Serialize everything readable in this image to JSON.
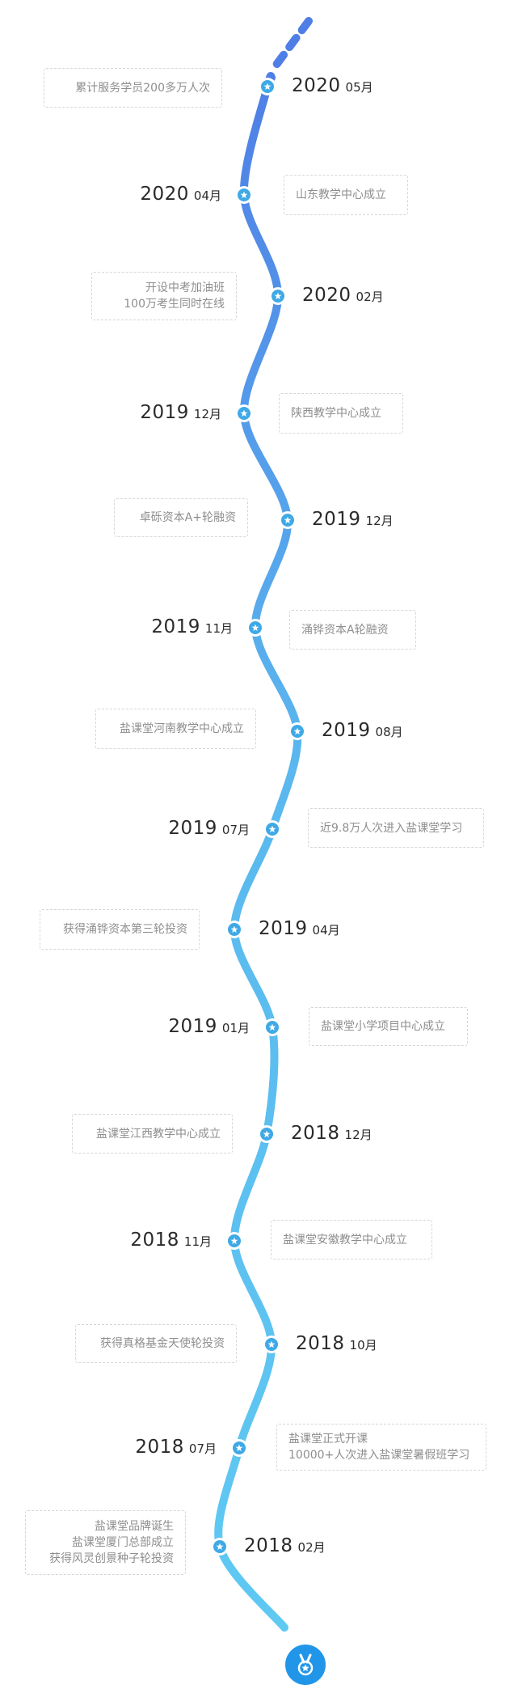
{
  "colors": {
    "top": "#4f7fe6",
    "middle": "#5ab8ee",
    "bottom": "#5fc9f2",
    "node": "#3fa9e6",
    "medal": "#2196e8"
  },
  "events": [
    {
      "year": "2020",
      "month": "05月",
      "lines": [
        "累计服务学员200多万人次"
      ]
    },
    {
      "year": "2020",
      "month": "04月",
      "lines": [
        "山东教学中心成立"
      ]
    },
    {
      "year": "2020",
      "month": "02月",
      "lines": [
        "开设中考加油班",
        "100万考生同时在线"
      ]
    },
    {
      "year": "2019",
      "month": "12月",
      "lines": [
        "陕西教学中心成立"
      ]
    },
    {
      "year": "2019",
      "month": "12月",
      "lines": [
        "卓砾资本A+轮融资"
      ]
    },
    {
      "year": "2019",
      "month": "11月",
      "lines": [
        "涌铧资本A轮融资"
      ]
    },
    {
      "year": "2019",
      "month": "08月",
      "lines": [
        "盐课堂河南教学中心成立"
      ]
    },
    {
      "year": "2019",
      "month": "07月",
      "lines": [
        "近9.8万人次进入盐课堂学习"
      ]
    },
    {
      "year": "2019",
      "month": "04月",
      "lines": [
        "获得涌铧资本第三轮投资"
      ]
    },
    {
      "year": "2019",
      "month": "01月",
      "lines": [
        "盐课堂小学项目中心成立"
      ]
    },
    {
      "year": "2018",
      "month": "12月",
      "lines": [
        "盐课堂江西教学中心成立"
      ]
    },
    {
      "year": "2018",
      "month": "11月",
      "lines": [
        "盐课堂安徽教学中心成立"
      ]
    },
    {
      "year": "2018",
      "month": "10月",
      "lines": [
        "获得真格基金天使轮投资"
      ]
    },
    {
      "year": "2018",
      "month": "07月",
      "lines": [
        "盐课堂正式开课",
        "10000+人次进入盐课堂暑假班学习"
      ]
    },
    {
      "year": "2018",
      "month": "02月",
      "lines": [
        "盐课堂品牌诞生",
        "盐课堂厦门总部成立",
        "获得风灵创景种子轮投资"
      ]
    }
  ],
  "icons": {
    "node": "star-icon",
    "end": "medal-icon"
  }
}
